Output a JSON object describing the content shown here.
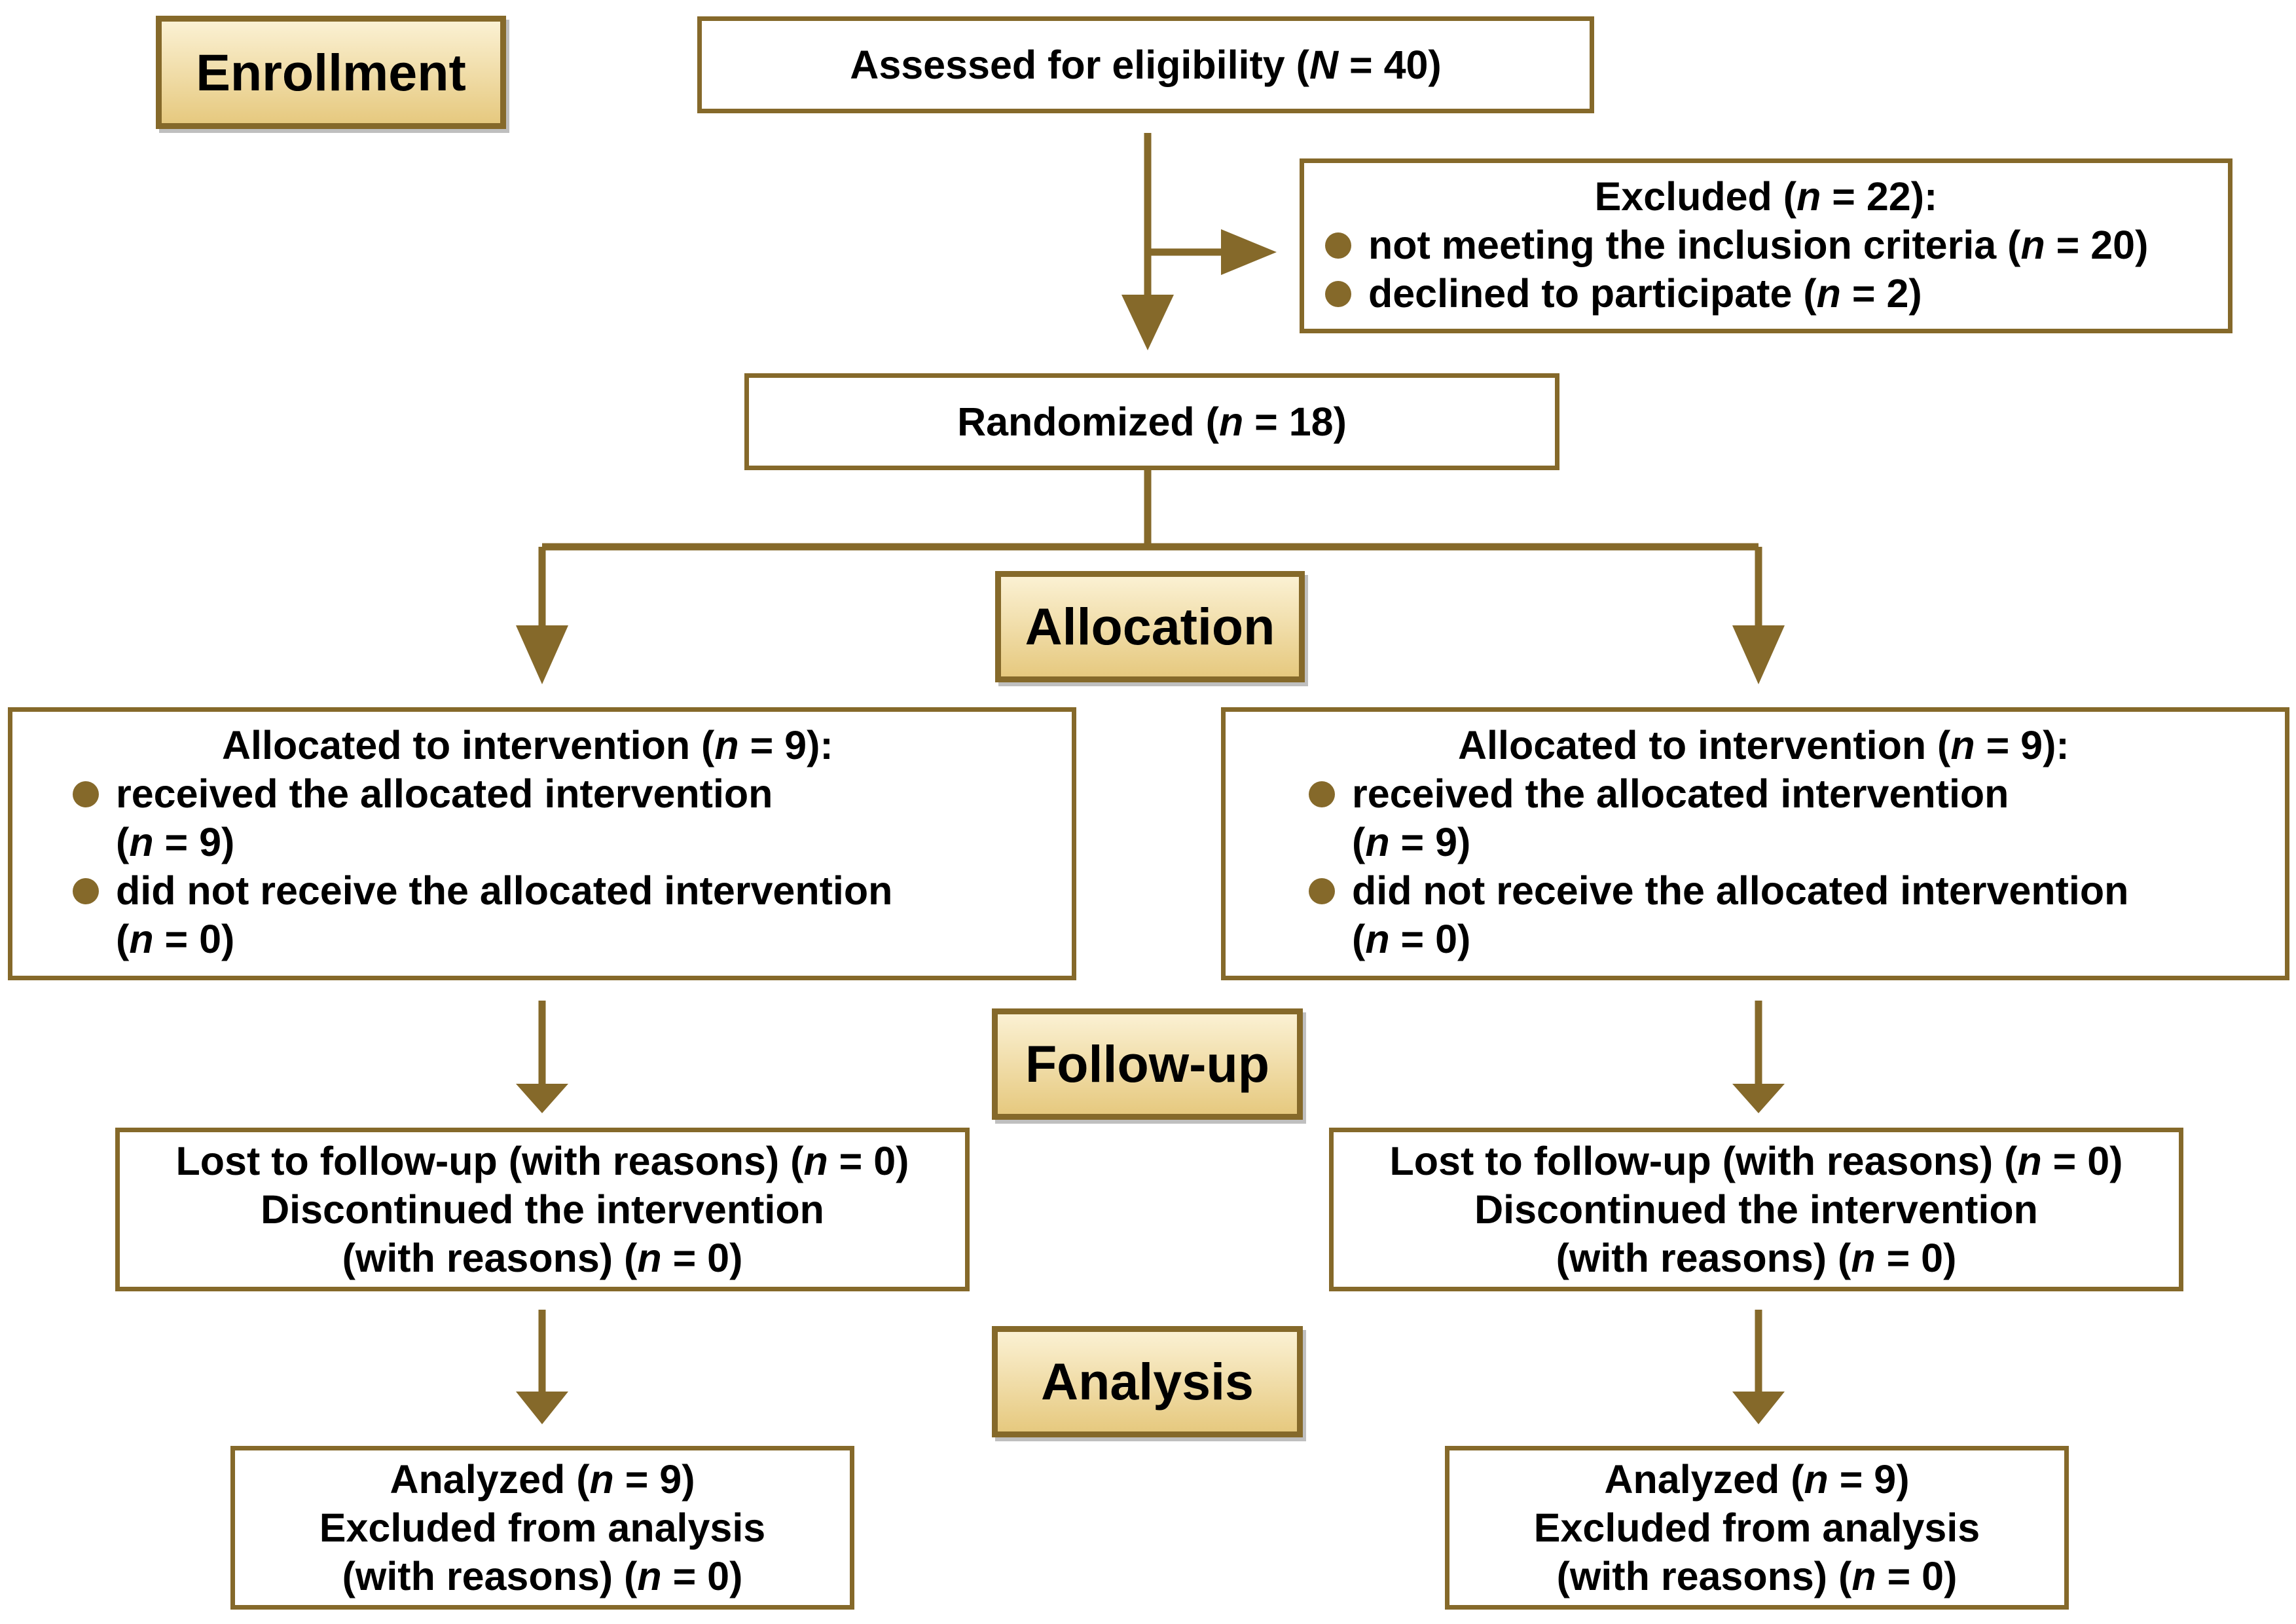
{
  "colors": {
    "accent": "#85692a",
    "stage_fill_top": "#fbf1d3",
    "stage_fill_bottom": "#e6c97f"
  },
  "stages": {
    "enrollment": "Enrollment",
    "allocation": "Allocation",
    "follow_up": "Follow-up",
    "analysis": "Analysis"
  },
  "assessed": {
    "text": "Assessed for eligibility (",
    "var": "N",
    "rest": " = 40)"
  },
  "excluded": {
    "title": "Excluded (",
    "title_var": "n",
    "title_rest": " = 22):",
    "items": [
      {
        "text": "not meeting the inclusion criteria (",
        "var": "n",
        "rest": " = 20)"
      },
      {
        "text": "declined to participate (",
        "var": "n",
        "rest": " = 2)"
      }
    ]
  },
  "randomized": {
    "text": "Randomized (",
    "var": "n",
    "rest": " = 18)"
  },
  "arms": [
    {
      "allocated": {
        "title": "Allocated to intervention (",
        "title_var": "n",
        "title_rest": " = 9):",
        "item1": "received the allocated intervention",
        "item1_cont_a": "(",
        "item1_var": "n",
        "item1_cont_b": " = 9)",
        "item2": "did not receive the allocated intervention",
        "item2_cont_a": "(",
        "item2_var": "n",
        "item2_cont_b": " = 0)"
      },
      "followup": {
        "line1_a": "Lost to follow-up (with reasons) (",
        "line1_var": "n",
        "line1_b": " = 0)",
        "line2": "Discontinued the intervention",
        "line3_a": "(with reasons) (",
        "line3_var": "n",
        "line3_b": " = 0)"
      },
      "analysis": {
        "line1_a": "Analyzed (",
        "line1_var": "n",
        "line1_b": " = 9)",
        "line2": "Excluded from analysis",
        "line3_a": "(with reasons) (",
        "line3_var": "n",
        "line3_b": " = 0)"
      }
    },
    {
      "allocated": {
        "title": "Allocated to intervention (",
        "title_var": "n",
        "title_rest": " = 9):",
        "item1": "received the allocated intervention",
        "item1_cont_a": "(",
        "item1_var": "n",
        "item1_cont_b": " = 9)",
        "item2": "did not receive the allocated intervention",
        "item2_cont_a": "(",
        "item2_var": "n",
        "item2_cont_b": " = 0)"
      },
      "followup": {
        "line1_a": "Lost to follow-up (with reasons) (",
        "line1_var": "n",
        "line1_b": " = 0)",
        "line2": "Discontinued the intervention",
        "line3_a": "(with reasons) (",
        "line3_var": "n",
        "line3_b": " = 0)"
      },
      "analysis": {
        "line1_a": "Analyzed (",
        "line1_var": "n",
        "line1_b": " = 9)",
        "line2": "Excluded from analysis",
        "line3_a": "(with reasons) (",
        "line3_var": "n",
        "line3_b": " = 0)"
      }
    }
  ]
}
